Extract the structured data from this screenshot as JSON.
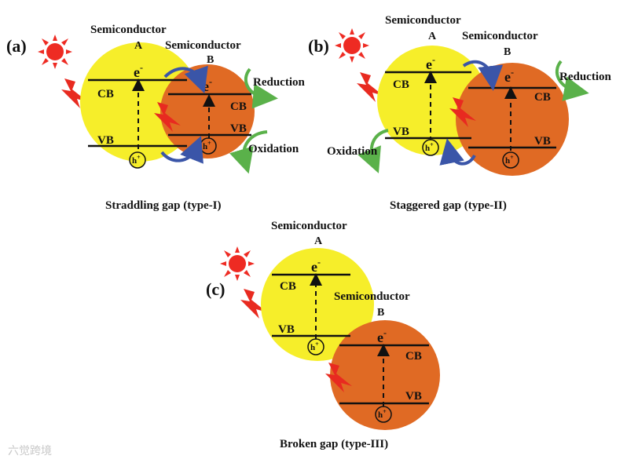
{
  "panels": [
    {
      "id": "a",
      "tag": "(a)",
      "semiA_title": "Semiconductor",
      "semiA_sub": "A",
      "semiB_title": "Semiconductor",
      "semiB_sub": "B",
      "cb": "CB",
      "vb": "VB",
      "cbB": "CB",
      "vbB": "VB",
      "electron": "e",
      "hole": "h",
      "reduction": "Reduction",
      "oxidation": "Oxidation",
      "caption": "Straddling gap (type-I)"
    },
    {
      "id": "b",
      "tag": "(b)",
      "semiA_title": "Semiconductor",
      "semiA_sub": "A",
      "semiB_title": "Semiconductor",
      "semiB_sub": "B",
      "cb": "CB",
      "vb": "VB",
      "cbB": "CB",
      "vbB": "VB",
      "electron": "e",
      "hole": "h",
      "reduction": "Reduction",
      "oxidation": "Oxidation",
      "caption": "Staggered gap (type-II)"
    },
    {
      "id": "c",
      "tag": "(c)",
      "semiA_title": "Semiconductor",
      "semiA_sub": "A",
      "semiB_title": "Semiconductor",
      "semiB_sub": "B",
      "cb": "CB",
      "vb": "VB",
      "cbB": "CB",
      "vbB": "VB",
      "electron": "e",
      "hole": "h",
      "caption": "Broken gap (type-III)"
    }
  ],
  "watermark": "六觉跨境",
  "colors": {
    "semiconductor_a": "#f6ee2a",
    "semiconductor_b": "#e06a24",
    "sun": "#ee2b23",
    "lightning": "#e82a20",
    "transfer_arrow": "#3a55a8",
    "redox_arrow": "#5ab14a"
  },
  "icons": [
    "sun-icon",
    "lightning-icon",
    "transfer-arrow-icon",
    "redox-arrow-icon"
  ]
}
